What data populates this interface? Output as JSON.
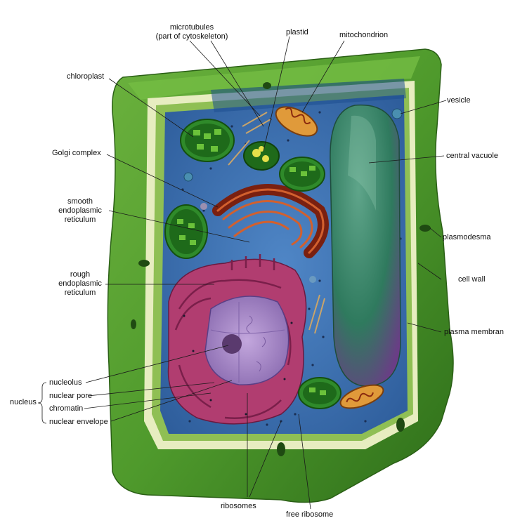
{
  "labels": {
    "microtubules": "microtubules",
    "microtubules_note": "(part of cytoskeleton)",
    "plastid": "plastid",
    "mitochondrion": "mitochondrion",
    "chloroplast": "chloroplast",
    "vesicle": "vesicle",
    "golgi_complex": "Golgi complex",
    "central_vacuole": "central vacuole",
    "smooth_er_1": "smooth",
    "smooth_er_2": "endoplasmic",
    "smooth_er_3": "reticulum",
    "plasmodesma": "plasmodesma",
    "rough_er_1": "rough",
    "rough_er_2": "endoplasmic",
    "rough_er_3": "reticulum",
    "cell_wall": "cell wall",
    "plasma_membrane": "plasma membran",
    "nucleus": "nucleus",
    "nucleolus": "nucleolus",
    "nuclear_pore": "nuclear pore",
    "chromatin": "chromatin",
    "nuclear_envelope": "nuclear envelope",
    "ribosomes": "ribosomes",
    "free_ribosome": "free ribosome"
  },
  "colors": {
    "cell_wall": "#4f9a2c",
    "cell_wall_dark": "#2f6f1b",
    "wall_inner": "#e9efc2",
    "cytoplasm": "#3c74b8",
    "vacuole": "#2f7a5e",
    "vacuole_tip": "#7a3a8a",
    "er": "#b03a6a",
    "nucleus": "#a58ac8",
    "golgi": "#c0502a",
    "chloroplast": "#2f8a2a",
    "mitochondrion": "#d88a2a"
  }
}
